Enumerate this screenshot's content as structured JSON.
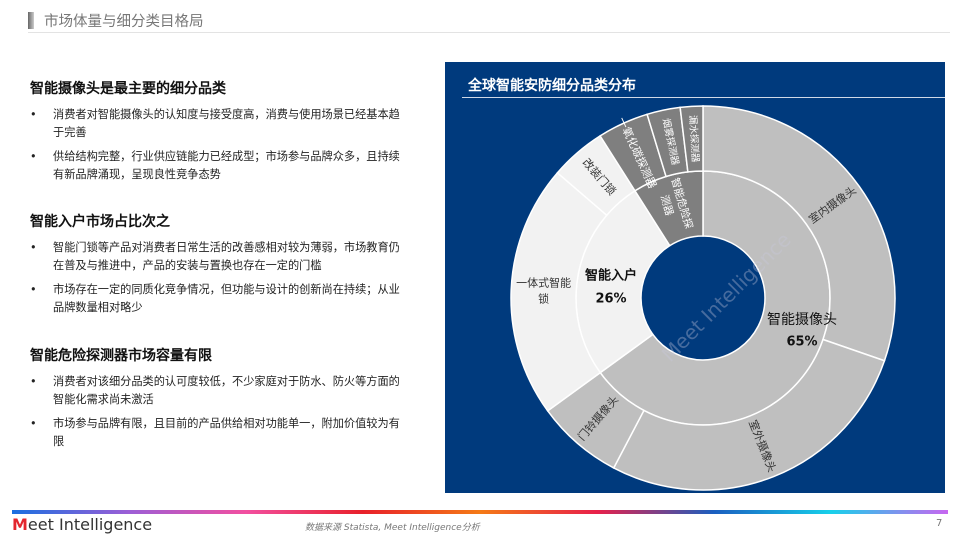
{
  "header": {
    "title": "市场体量与细分类目格局"
  },
  "sections": [
    {
      "title": "智能摄像头是最主要的细分品类",
      "bullets": [
        "消费者对智能摄像头的认知度与接受度高，消费与使用场景已经基本趋于完善",
        "供给结构完整，行业供应链能力已经成型；市场参与品牌众多，且持续有新品牌涌现，呈现良性竞争态势"
      ]
    },
    {
      "title": "智能入户市场占比次之",
      "bullets": [
        "智能门锁等产品对消费者日常生活的改善感相对较为薄弱，市场教育仍在普及与推进中，产品的安装与置换也存在一定的门槛",
        "市场存在一定的同质化竞争情况，但功能与设计的创新尚在持续；从业品牌数量相对略少"
      ]
    },
    {
      "title": "智能危险探测器市场容量有限",
      "bullets": [
        "消费者对该细分品类的认可度较低，不少家庭对于防水、防火等方面的智能化需求尚未激活",
        "市场参与品牌有限，且目前的产品供给相对功能单一，附加价值较为有限"
      ]
    }
  ],
  "chart_data": {
    "type": "sunburst",
    "title": "全球智能安防细分品类分布",
    "unit": "%",
    "categories": [
      {
        "name": "智能摄像头",
        "pct_label": "65%",
        "value": 65,
        "color": "#bfbfbf",
        "children": [
          {
            "name": "室内摄像头",
            "value": 30.3
          },
          {
            "name": "室外摄像头",
            "value": 27.4
          },
          {
            "name": "门铃摄像头",
            "value": 7.3
          }
        ]
      },
      {
        "name": "智能入户",
        "pct_label": "26%",
        "value": 26,
        "color": "#f2f2f2",
        "children": [
          {
            "name": "一体式智能锁",
            "value": 21.3
          },
          {
            "name": "改装门锁",
            "value": 4.7
          }
        ]
      },
      {
        "name": "智能危险探测器",
        "pct_label": "",
        "value": 9,
        "color": "#7f7f7f",
        "children": [
          {
            "name": "一氧化碳探测器",
            "value": 4.3
          },
          {
            "name": "烟雾探测器",
            "value": 2.8
          },
          {
            "name": "漏水探测器",
            "value": 1.9
          }
        ]
      }
    ]
  },
  "footer": {
    "logo_mark": "M",
    "logo_text": "eet Intelligence",
    "source": "数据来源 Statista, Meet Intelligence分析",
    "page": "7",
    "watermark": "Meet Intelligence"
  }
}
